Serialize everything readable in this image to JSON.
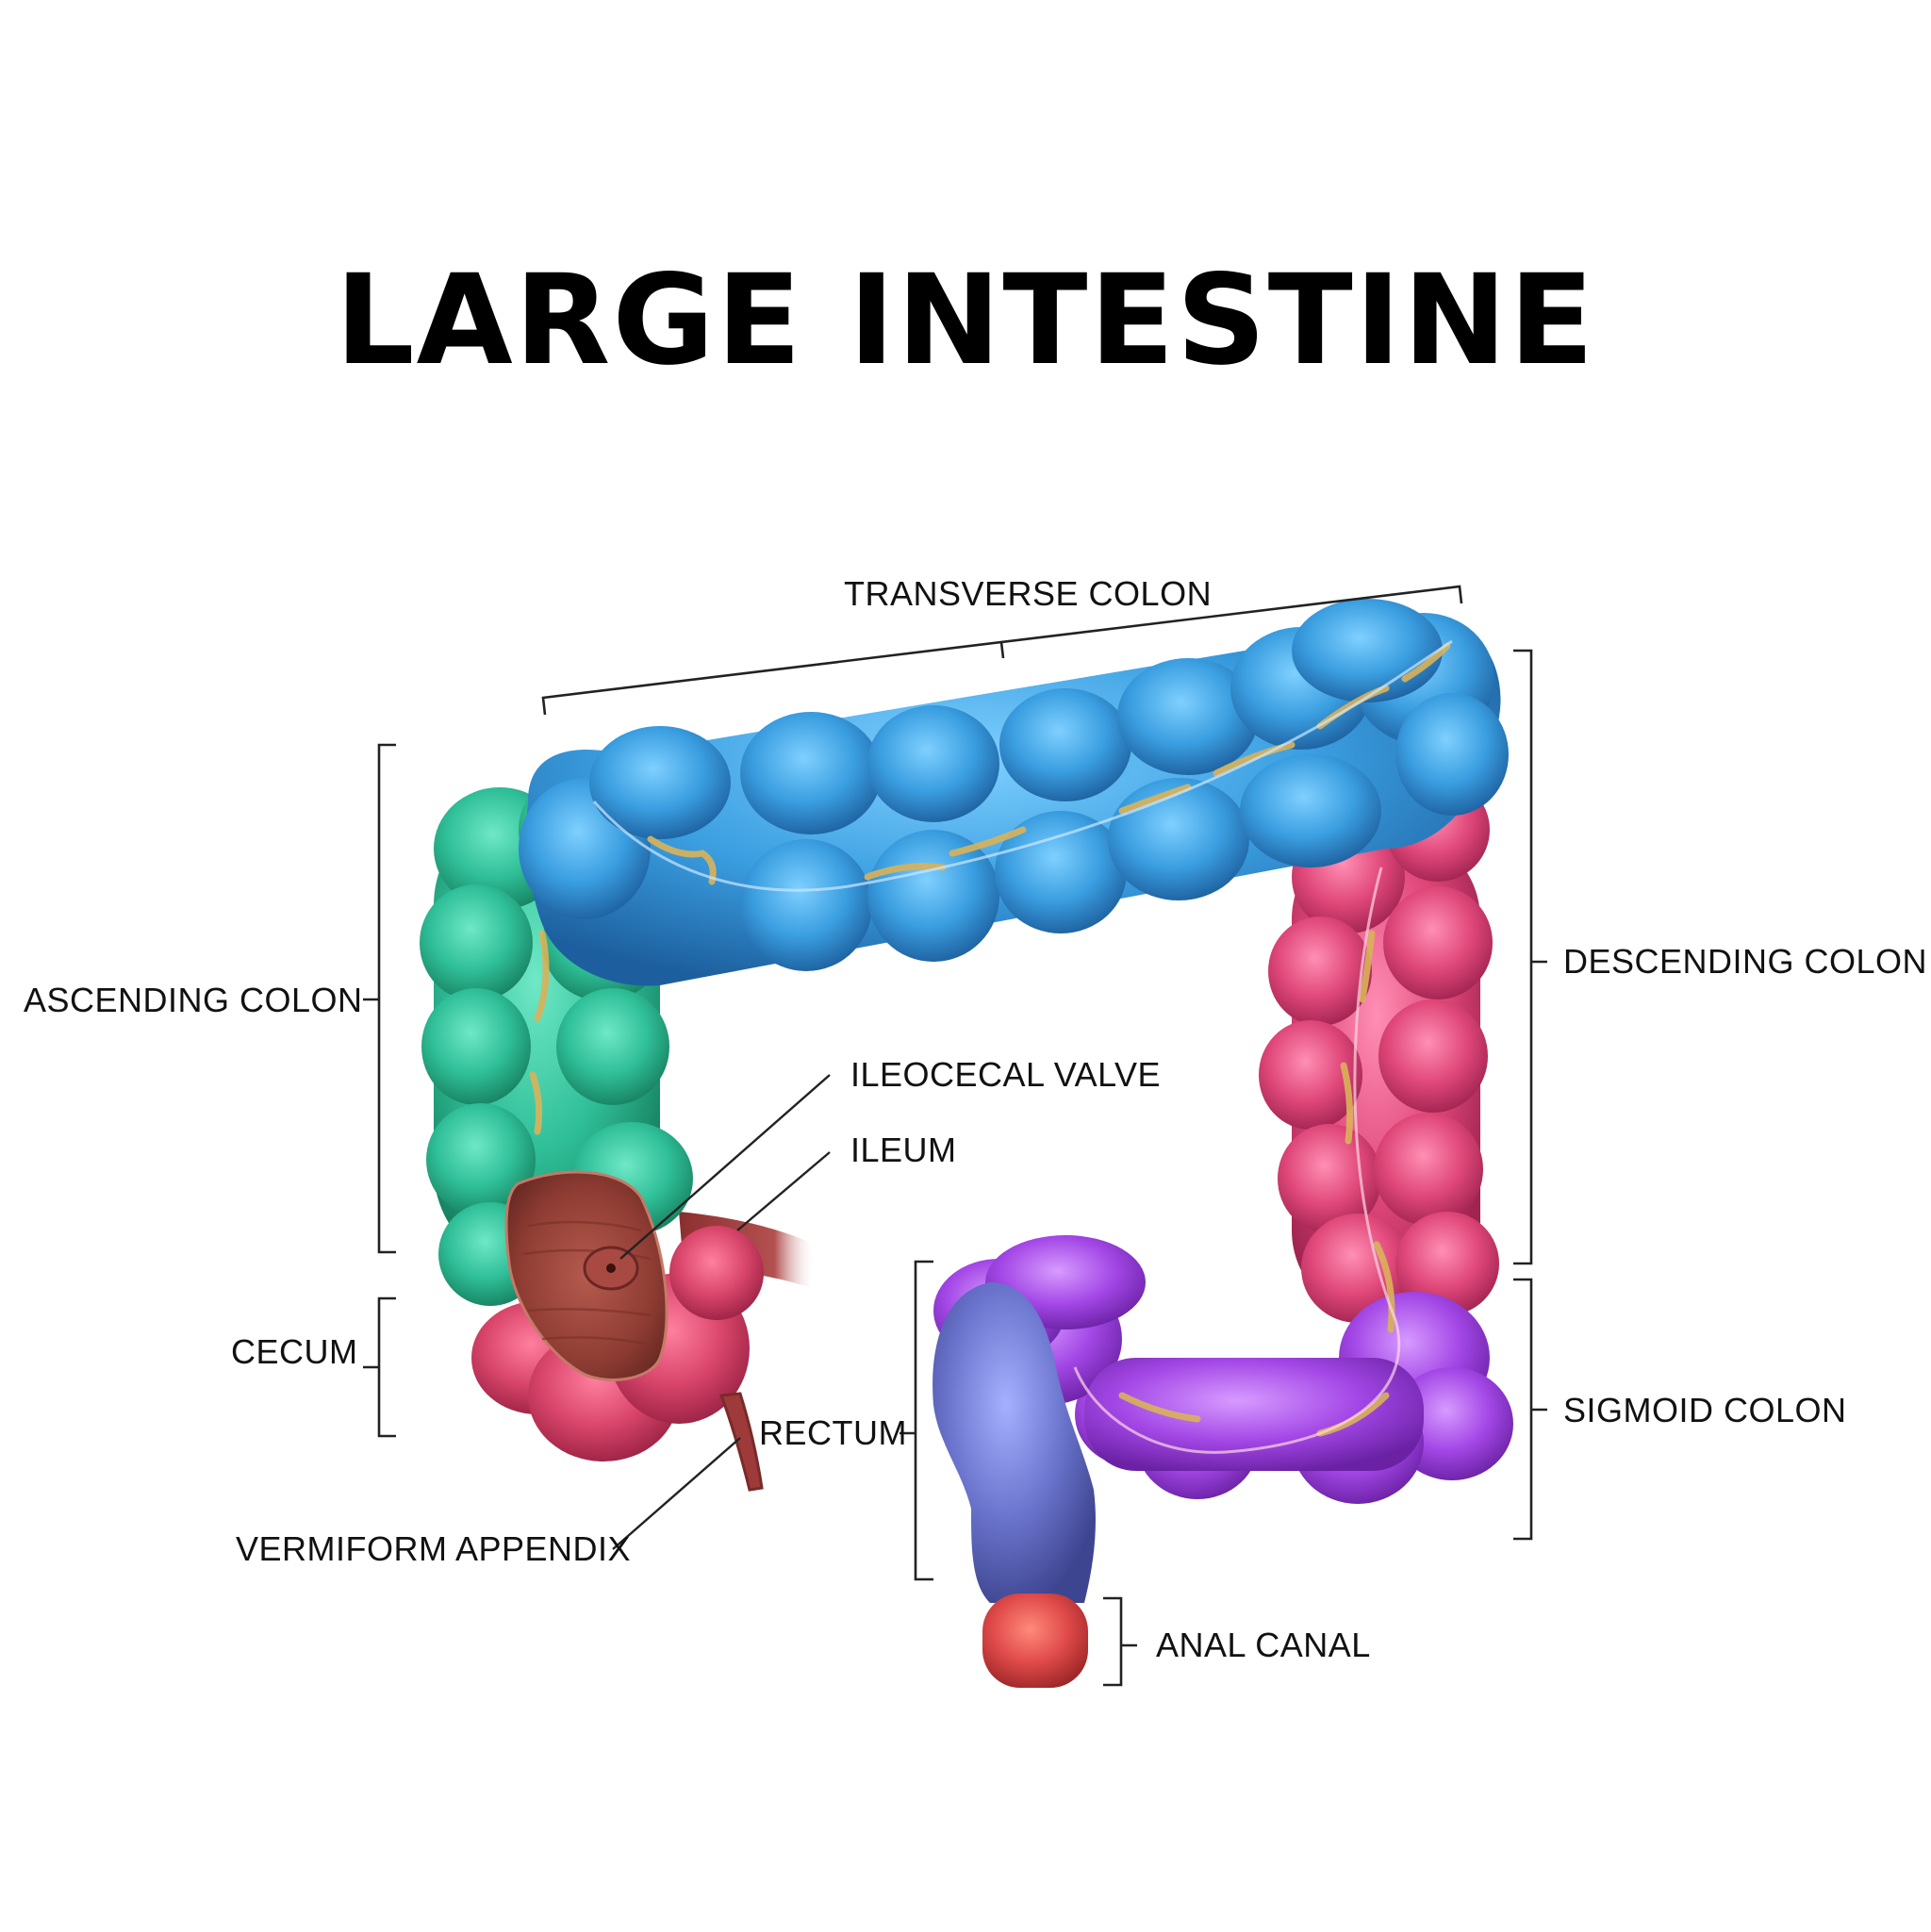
{
  "title": "LARGE INTESTINE",
  "labels": {
    "transverse_colon": "TRANSVERSE COLON",
    "ascending_colon": "ASCENDING COLON",
    "descending_colon": "DESCENDING COLON",
    "ileocecal_valve": "ILEOCECAL VALVE",
    "ileum": "ILEUM",
    "cecum": "CECUM",
    "rectum": "RECTUM",
    "sigmoid_colon": "SIGMOID COLON",
    "vermiform_appendix": "VERMIFORM APPENDIX",
    "anal_canal": "ANAL CANAL"
  },
  "colors": {
    "transverse": "#3a9ee0",
    "ascending": "#2fbf98",
    "descending": "#e0487a",
    "cecum": "#d9456b",
    "sigmoid": "#a347e6",
    "rectum": "#6a74cc",
    "anal_canal": "#e04a4a",
    "ileum": "#9e3a3a",
    "mesentery": "#d9b25a"
  }
}
